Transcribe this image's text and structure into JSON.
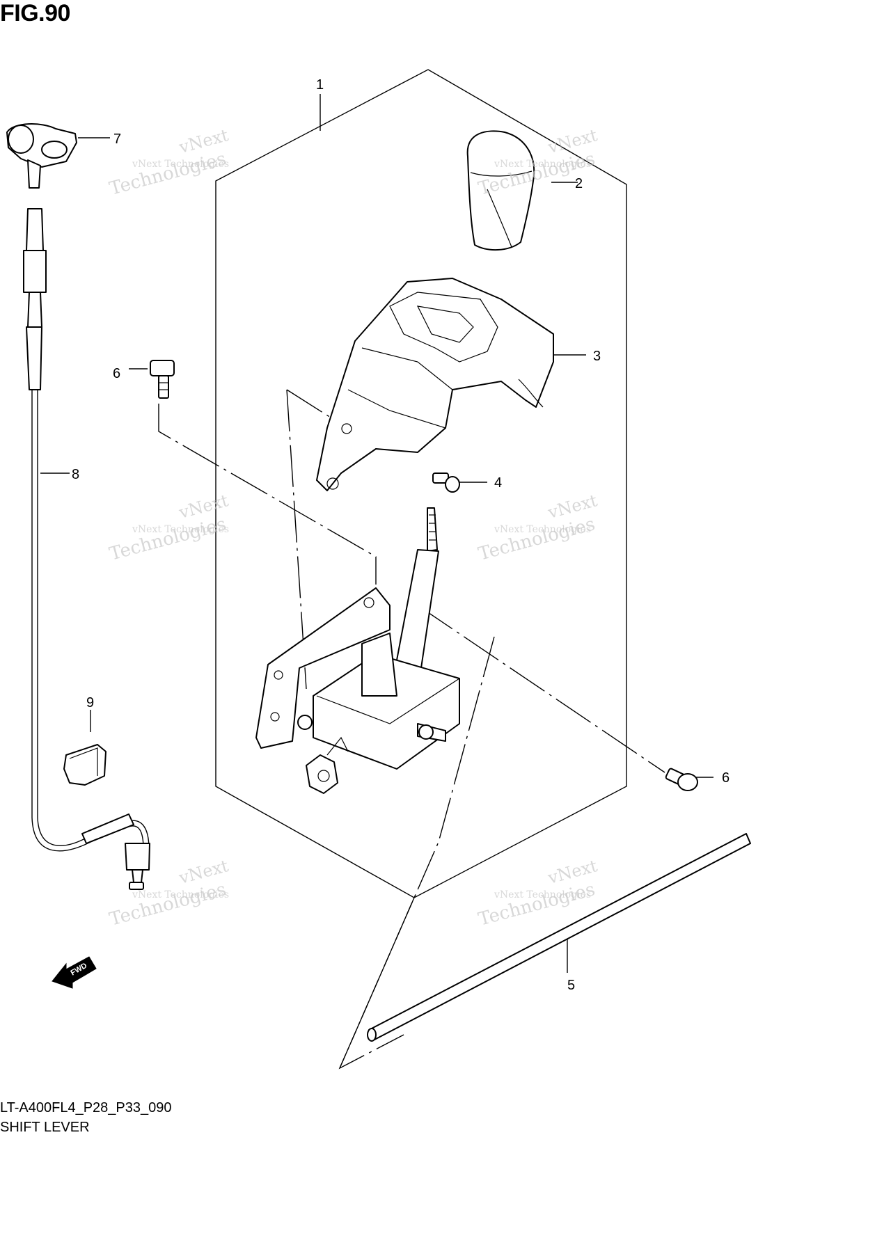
{
  "figure": {
    "title": "FIG.90",
    "code": "LT-A400FL4_P28_P33_090",
    "name": "SHIFT LEVER"
  },
  "callouts": {
    "c1": "1",
    "c2": "2",
    "c3": "3",
    "c4": "4",
    "c5": "5",
    "c6a": "6",
    "c6b": "6",
    "c7": "7",
    "c8": "8",
    "c9": "9"
  },
  "direction_badge": "FWD",
  "watermark": {
    "line1": "vNext Technologies",
    "line2": "vNext",
    "line3": "Technologies"
  }
}
